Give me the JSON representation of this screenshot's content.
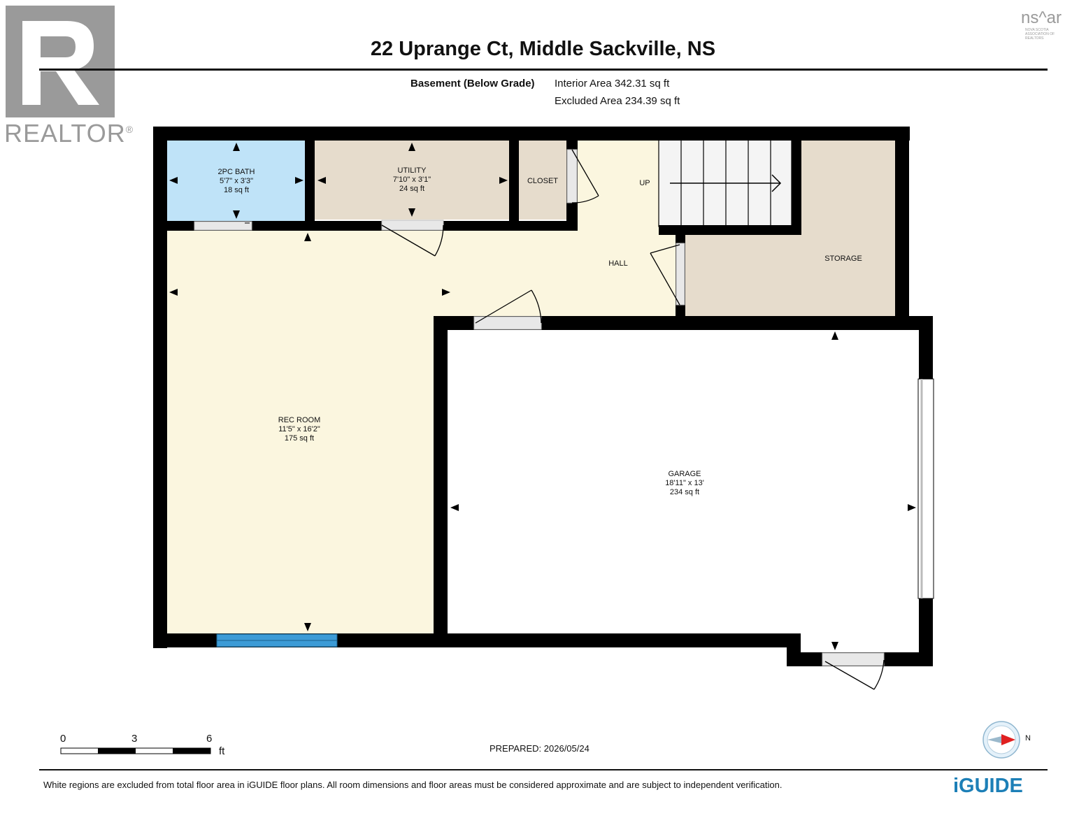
{
  "header": {
    "title": "22 Uprange Ct, Middle Sackville, NS",
    "level": "Basement (Below Grade)",
    "interior_area": "Interior Area 342.31 sq ft",
    "excluded_area": "Excluded Area 234.39 sq ft"
  },
  "logos": {
    "realtor": "REALTOR",
    "realtor_mark": "®",
    "nsar": "ns^ar",
    "nsar_sub": "NOVA SCOTIA ASSOCIATION OF REALTORS",
    "iguide": "iGUIDE"
  },
  "rooms": {
    "bath": {
      "name": "2PC BATH",
      "dims": "5'7\" x 3'3\"",
      "area": "18 sq ft"
    },
    "utility": {
      "name": "UTILITY",
      "dims": "7'10\" x 3'1\"",
      "area": "24 sq ft"
    },
    "closet": {
      "name": "CLOSET"
    },
    "up": {
      "name": "UP"
    },
    "hall": {
      "name": "HALL"
    },
    "storage": {
      "name": "STORAGE"
    },
    "rec": {
      "name": "REC ROOM",
      "dims": "11'5\" x 16'2\"",
      "area": "175 sq ft"
    },
    "garage": {
      "name": "GARAGE",
      "dims": "18'11\" x 13'",
      "area": "234 sq ft"
    }
  },
  "scale": {
    "ticks": [
      "0",
      "3",
      "6"
    ],
    "unit": "ft"
  },
  "compass": {
    "label": "N"
  },
  "prepared": "PREPARED: 2026/05/24",
  "footer": "White regions are excluded from total floor area in iGUIDE floor plans. All room dimensions and floor areas must be considered approximate and are subject to independent verification.",
  "colors": {
    "wall": "#000000",
    "bath": "#bfe3f8",
    "utility": "#e6dccc",
    "hall": "#fbf6df",
    "garage": "#ffffff",
    "window": "#3c9bd6",
    "iguide": "#1c7fb7"
  }
}
